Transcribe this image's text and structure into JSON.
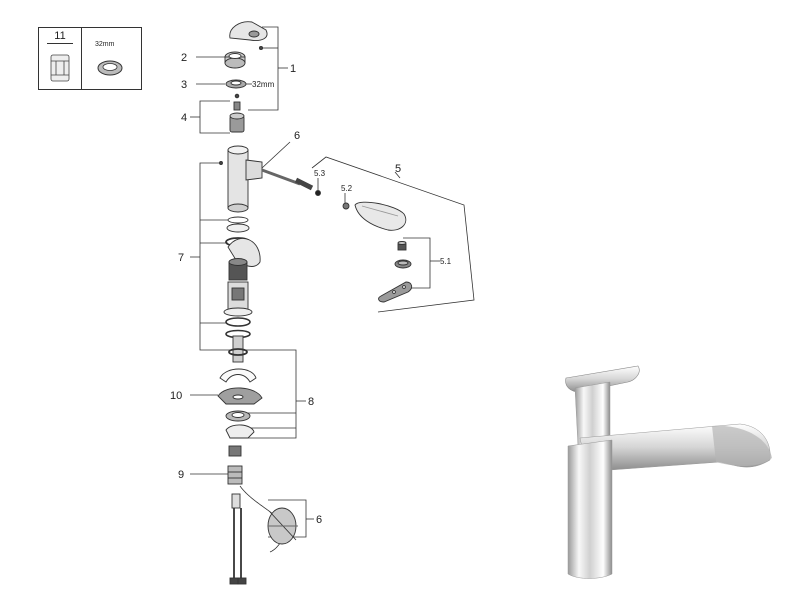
{
  "inset": {
    "part_number": "11",
    "size_label": "32mm"
  },
  "callouts": {
    "c1": "1",
    "c2": "2",
    "c3": "3",
    "c4": "4",
    "c5": "5",
    "c5_1": "5.1",
    "c5_2": "5.2",
    "c5_3": "5.3",
    "c6a": "6",
    "c6b": "6",
    "c7": "7",
    "c8": "8",
    "c9": "9",
    "c10": "10",
    "size_32mm": "32mm"
  },
  "colors": {
    "line": "#333333",
    "part_fill": "#d9d9d9",
    "part_dark": "#555555",
    "chrome_light": "#f4f4f4",
    "chrome_dark": "#8a8a8a"
  }
}
